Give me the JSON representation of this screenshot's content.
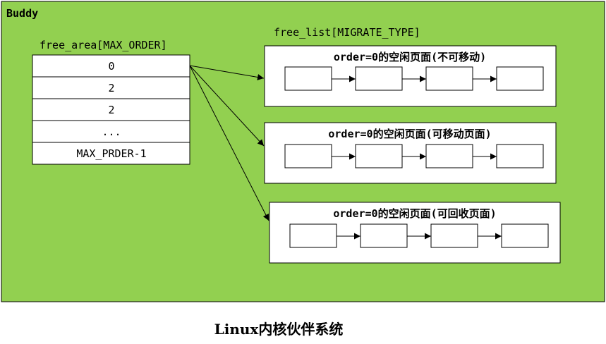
{
  "colors": {
    "panel": "#92d050",
    "box": "#ffffff",
    "line": "#000000"
  },
  "container_label": "Buddy",
  "free_area_label": "free_area[MAX_ORDER]",
  "free_area_rows": [
    "0",
    "2",
    "2",
    "...",
    "MAX_PRDER-1"
  ],
  "free_list_label": "free_list[MIGRATE_TYPE]",
  "lists": [
    {
      "title": "order=0的空闲页面(不可移动)"
    },
    {
      "title": "order=0的空闲页面(可移动页面)"
    },
    {
      "title": "order=0的空闲页面(可回收页面)"
    }
  ],
  "caption": "Linux内核伙伴系统"
}
